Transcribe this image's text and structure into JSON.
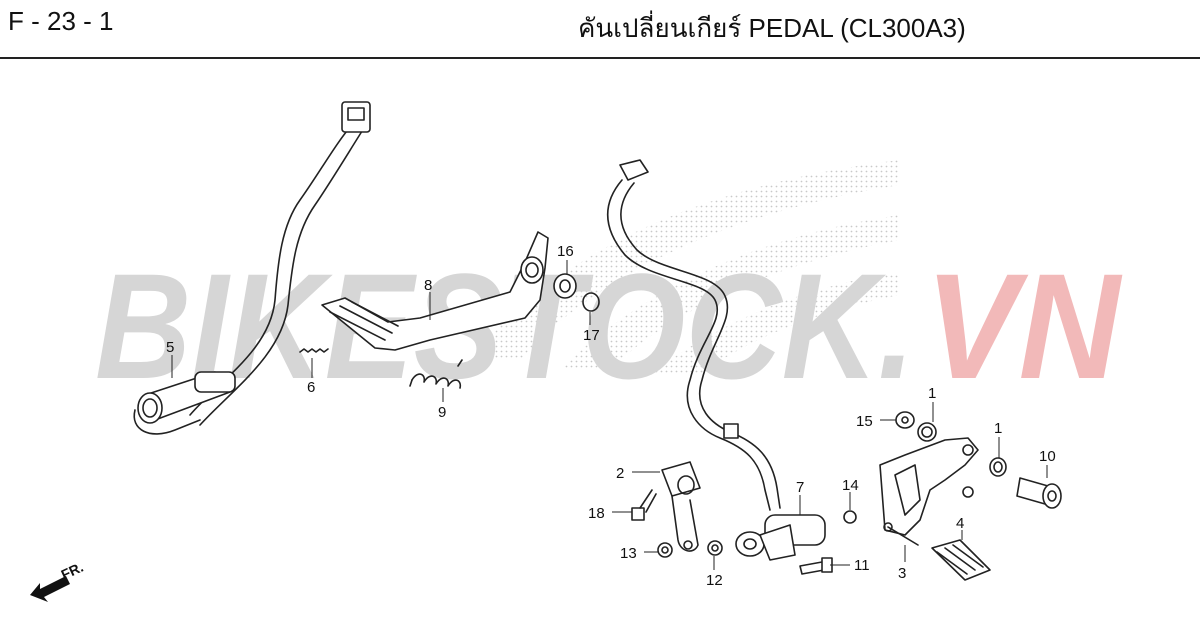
{
  "header": {
    "figure_code": "F - 23 - 1",
    "title": "คันเปลี่ยนเกียร์ PEDAL (CL300A3)"
  },
  "watermark": {
    "text_main": "BIKESTOCK.",
    "text_accent": "VN",
    "color_main": "#d6d6d6",
    "color_accent": "#f2b9b9"
  },
  "callouts": {
    "c1a": "1",
    "c1b": "1",
    "c2": "2",
    "c3": "3",
    "c4": "4",
    "c5": "5",
    "c6": "6",
    "c7": "7",
    "c8": "8",
    "c9": "9",
    "c10": "10",
    "c11": "11",
    "c12": "12",
    "c13": "13",
    "c14": "14",
    "c15": "15",
    "c16": "16",
    "c17": "17",
    "c18": "18"
  },
  "direction": {
    "label": "FR."
  },
  "colors": {
    "line": "#222222",
    "background": "#ffffff"
  }
}
